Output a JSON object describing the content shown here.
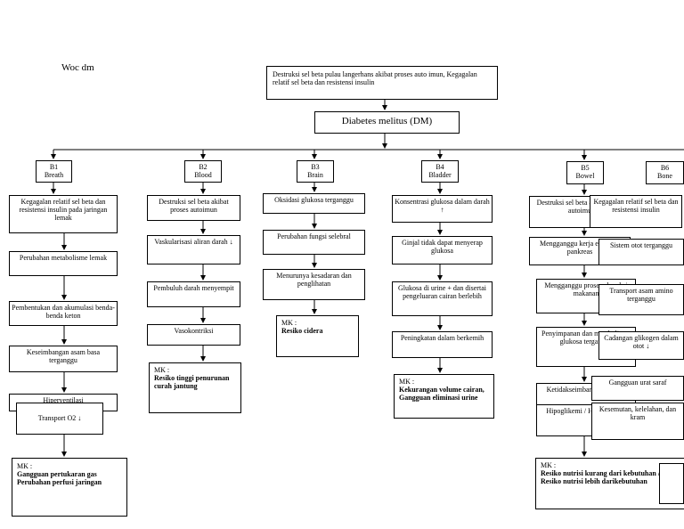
{
  "header": {
    "woc_label": "Woc dm"
  },
  "top": {
    "cause": "Destruksi sel beta pulau langerhans akibat proses auto imun, Kegagalan relatif sel beta dan resistensi insulin",
    "diagnosis": "Diabetes melitus (DM)"
  },
  "b1": {
    "title": "B1",
    "subtitle": "Breath",
    "steps": [
      "Kegagalan relatif sel beta dan resistensi insulin pada jaringan lemak",
      "Perubahan metabolisme lemak",
      "Pembentukan dan akumulasi benda-benda keton",
      "Keseimbangan asam basa terganggu",
      "Hiperventilasi",
      "Transport O2 ↓"
    ],
    "mk_label": "MK :",
    "mk_lines": [
      "Gangguan pertukaran gas",
      "Perubahan perfusi jaringan"
    ]
  },
  "b2": {
    "title": "B2",
    "subtitle": "Blood",
    "steps": [
      "Destruksi sel beta akibat proses autoimun",
      "Vaskularisasi aliran darah ↓",
      "Pembuluh darah menyempit",
      "Vasokontriksi"
    ],
    "mk_label": "MK :",
    "mk_lines": [
      "Resiko tinggi penurunan curah jantung"
    ]
  },
  "b3": {
    "title": "B3",
    "subtitle": "Brain",
    "steps": [
      "Oksidasi glukosa terganggu",
      "Perubahan fungsi selebral",
      "Menurunya kesadaran dan penglihatan"
    ],
    "mk_label": "MK :",
    "mk_lines": [
      "Resiko cidera"
    ]
  },
  "b4": {
    "title": "B4",
    "subtitle": "Bladder",
    "steps": [
      "Konsentrasi glukosa dalam darah ↑",
      "Ginjal tidak dapat menyerap glukosa",
      "Glukosa di urine + dan disertai pengeluaran cairan berlebih",
      "Peningkatan dalam berkemih"
    ],
    "mk_label": "MK :",
    "mk_lines": [
      "Kekurangan volume cairan, Gangguan eliminasi urine"
    ]
  },
  "b5": {
    "title": "B5",
    "subtitle": "Bowel",
    "steps": [
      "Destruksi sel beta akibat proses autoimun",
      "Mengganggu kerja enzim di pankreas",
      "Mengganggu proses absorbsi makanan",
      "Penyimpanan dan metabolisme glukosa terganggu",
      "Ketidakseimbangan zat gizi",
      "Hipoglikemi / Hiperglikemi"
    ],
    "mk_label": "MK :",
    "mk_lines": [
      "Resiko nutrisi kurang dari kebutuhan / Resiko nutrisi lebih darikebutuhan"
    ]
  },
  "b6": {
    "title": "B6",
    "subtitle": "Bone",
    "steps": [
      "Kegagalan relatif sel beta dan resistensi insulin",
      "Sistem otot terganggu",
      "Transport asam amino terganggu",
      "Cadangan glikogen dalam otot ↓",
      "Gangguan urat saraf",
      "Kesemutan, kelelahan, dan kram"
    ]
  }
}
